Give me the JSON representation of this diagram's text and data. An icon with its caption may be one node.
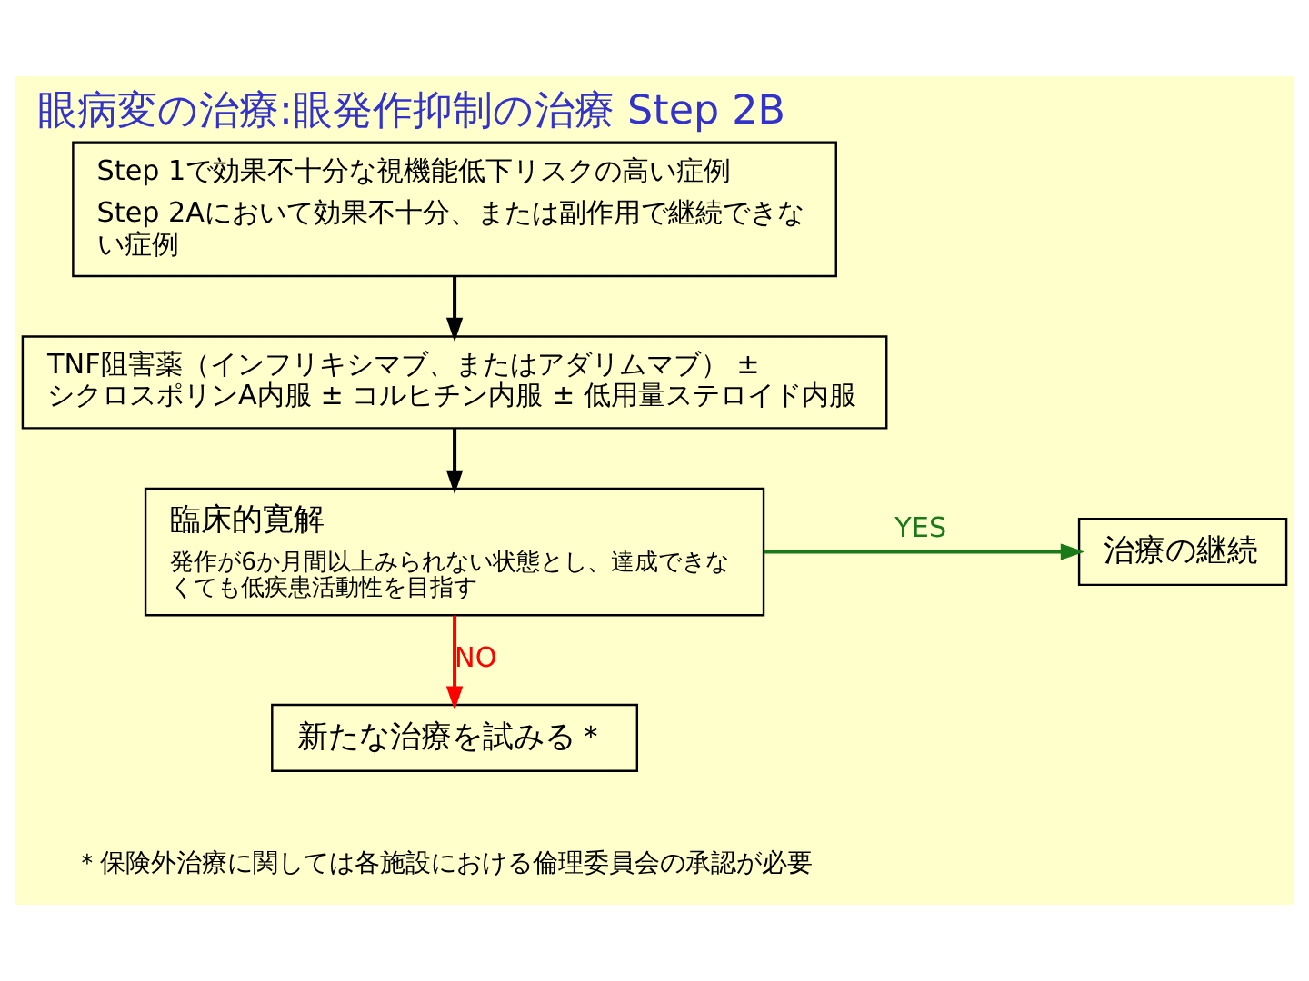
{
  "diagram": {
    "title": "眼病変の治療:眼発作抑制の治療 Step 2B",
    "nodes": [
      {
        "text": [
          "Step 1で効果不十分な視機能低下リスクの高い症例",
          "Step 2Aにおいて効果不十分、または副作用で継続できない症例"
        ]
      },
      {
        "text": [
          "TNF阻害薬（インフリキシマブ、またはアダリムマブ） ± シクロスポリンA内服 ± コルヒチン内服 ± 低用量ステロイド内服"
        ]
      },
      {
        "text": [
          "臨床的寛解",
          "発作が6か月間以上みられない状態とし、達成できなくても低疾患活動性を目指す"
        ]
      },
      {
        "text": [
          "治療の継続"
        ]
      },
      {
        "text": [
          "新たな治療を試みる＊"
        ]
      }
    ],
    "edges": [
      {
        "from": 0,
        "to": 1,
        "arrow": "to"
      },
      {
        "from": 1,
        "to": 2,
        "arrow": "to"
      },
      {
        "from": 2,
        "to": 3,
        "arrow": "to",
        "label": "YES",
        "color": "#1a7a1a"
      },
      {
        "from": 2,
        "to": 4,
        "arrow": "to",
        "label": "NO",
        "color": "#ff0000"
      }
    ],
    "labels": [
      "＊保険外治療に関しては各施設における倫理委員会の承認が必要"
    ]
  }
}
